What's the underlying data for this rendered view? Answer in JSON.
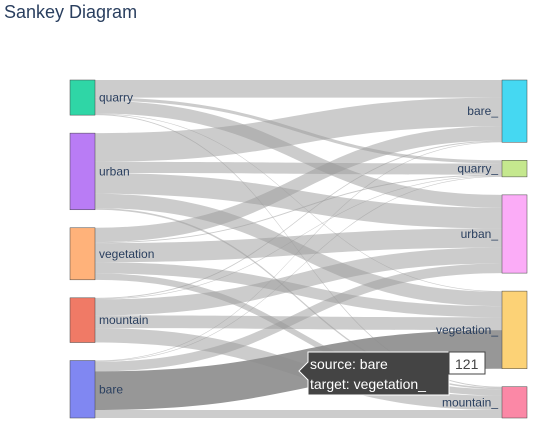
{
  "title": "Sankey Diagram",
  "chart_data": {
    "type": "sankey",
    "source_nodes": [
      {
        "id": "quarry",
        "label": "quarry",
        "color": "#2fd6a6"
      },
      {
        "id": "urban",
        "label": "urban",
        "color": "#b97cf5"
      },
      {
        "id": "vegetation",
        "label": "vegetation",
        "color": "#ffb27a"
      },
      {
        "id": "mountain",
        "label": "mountain",
        "color": "#f07a66"
      },
      {
        "id": "bare",
        "label": "bare",
        "color": "#8087f2"
      }
    ],
    "target_nodes": [
      {
        "id": "bare_",
        "label": "bare_",
        "color": "#45d8f2"
      },
      {
        "id": "quarry_",
        "label": "quarry_",
        "color": "#c5e88e"
      },
      {
        "id": "urban_",
        "label": "urban_",
        "color": "#fbacf7"
      },
      {
        "id": "vegetation_",
        "label": "vegetation_",
        "color": "#fcd276"
      },
      {
        "id": "mountain_",
        "label": "mountain_",
        "color": "#fb88a6"
      }
    ],
    "links": [
      {
        "source": "quarry",
        "target": "bare_",
        "value": 55
      },
      {
        "source": "quarry",
        "target": "quarry_",
        "value": 10
      },
      {
        "source": "quarry",
        "target": "urban_",
        "value": 40
      },
      {
        "source": "quarry",
        "target": "vegetation_",
        "value": 2
      },
      {
        "source": "quarry",
        "target": "mountain_",
        "value": 3
      },
      {
        "source": "urban",
        "target": "bare_",
        "value": 90
      },
      {
        "source": "urban",
        "target": "quarry_",
        "value": 35
      },
      {
        "source": "urban",
        "target": "urban_",
        "value": 65
      },
      {
        "source": "urban",
        "target": "vegetation_",
        "value": 45
      },
      {
        "source": "urban",
        "target": "mountain_",
        "value": 5
      },
      {
        "source": "vegetation",
        "target": "bare_",
        "value": 45
      },
      {
        "source": "vegetation",
        "target": "quarry_",
        "value": 3
      },
      {
        "source": "vegetation",
        "target": "urban_",
        "value": 60
      },
      {
        "source": "vegetation",
        "target": "vegetation_",
        "value": 35
      },
      {
        "source": "vegetation",
        "target": "mountain_",
        "value": 20
      },
      {
        "source": "mountain",
        "target": "bare_",
        "value": 3
      },
      {
        "source": "mountain",
        "target": "quarry_",
        "value": 2
      },
      {
        "source": "mountain",
        "target": "urban_",
        "value": 50
      },
      {
        "source": "mountain",
        "target": "vegetation_",
        "value": 40
      },
      {
        "source": "mountain",
        "target": "mountain_",
        "value": 45
      },
      {
        "source": "bare",
        "target": "bare_",
        "value": 2
      },
      {
        "source": "bare",
        "target": "quarry_",
        "value": 2
      },
      {
        "source": "bare",
        "target": "urban_",
        "value": 30
      },
      {
        "source": "bare",
        "target": "vegetation_",
        "value": 121
      },
      {
        "source": "bare",
        "target": "mountain_",
        "value": 25
      }
    ],
    "hovered_link": {
      "source": "bare",
      "target": "vegetation_"
    }
  },
  "tooltip": {
    "source_text": "source: bare",
    "target_text": "target: vegetation_",
    "value_text": "121"
  }
}
